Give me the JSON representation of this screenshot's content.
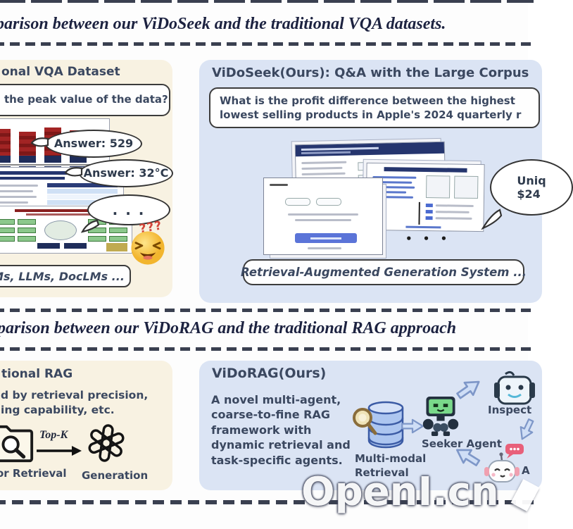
{
  "palette": {
    "cream_panel": "#f8f2e2",
    "blue_panel": "#dbe4f4",
    "title_navy": "#1c2240",
    "comic_text": "#3b4860",
    "doc_blue_button": "#5b74d8",
    "bar_red": "#a22424",
    "bar_navy": "#1f2d5a",
    "arrow_blue": "#cfdef6"
  },
  "section1": {
    "title": "parison between our ViDoSeek and the traditional VQA datasets.",
    "left": {
      "title": "onal VQA Dataset",
      "question": "the peak value of the data?",
      "bubble1": "Answer: 529",
      "bubble2": "Answer: 32°C",
      "bubble3": ". . .",
      "confused_marks": "???",
      "models_label": "Ms, LLMs, DocLMs ..."
    },
    "right": {
      "title": "ViDoSeek(Ours): Q&A with the Large Corpus",
      "question": "What is the profit difference between the highest\nlowest selling products in Apple's 2024 quarterly r",
      "bubble": "Uniq\n$24",
      "dots": "• • •",
      "system_label": "Retrieval-Augmented Generation System ..."
    }
  },
  "section2": {
    "title": "parison between our ViDoRAG and the traditional RAG approach",
    "left": {
      "title": "tional RAG",
      "desc": "d by retrieval precision,\ning capability, etc.",
      "topk": "Top-K",
      "retrieval_label": "or Retrieval",
      "generation_label": "Generation"
    },
    "right": {
      "title": "ViDoRAG(Ours)",
      "desc": "A novel multi-agent,\ncoarse-to-fine RAG\nframework with\ndynamic retrieval and\ntask-specific agents.",
      "mm_label": "Multi-modal\nRetrieval",
      "seeker_label": "Seeker Agent",
      "inspector_label": "Inspect",
      "answer_label": "A"
    }
  },
  "watermark": "OpenI.cn"
}
